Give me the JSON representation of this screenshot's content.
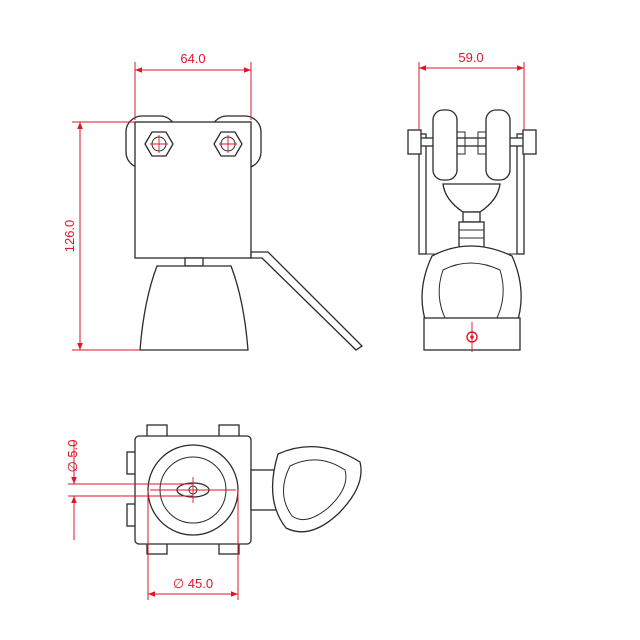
{
  "dimensions": {
    "front_width": "64.0",
    "side_width": "59.0",
    "front_height": "126.0",
    "bolt_diameter": "∅ 5.0",
    "base_diameter": "∅ 45.0"
  },
  "colors": {
    "outline": "#2b2b2b",
    "dimension": "#e0152a"
  }
}
